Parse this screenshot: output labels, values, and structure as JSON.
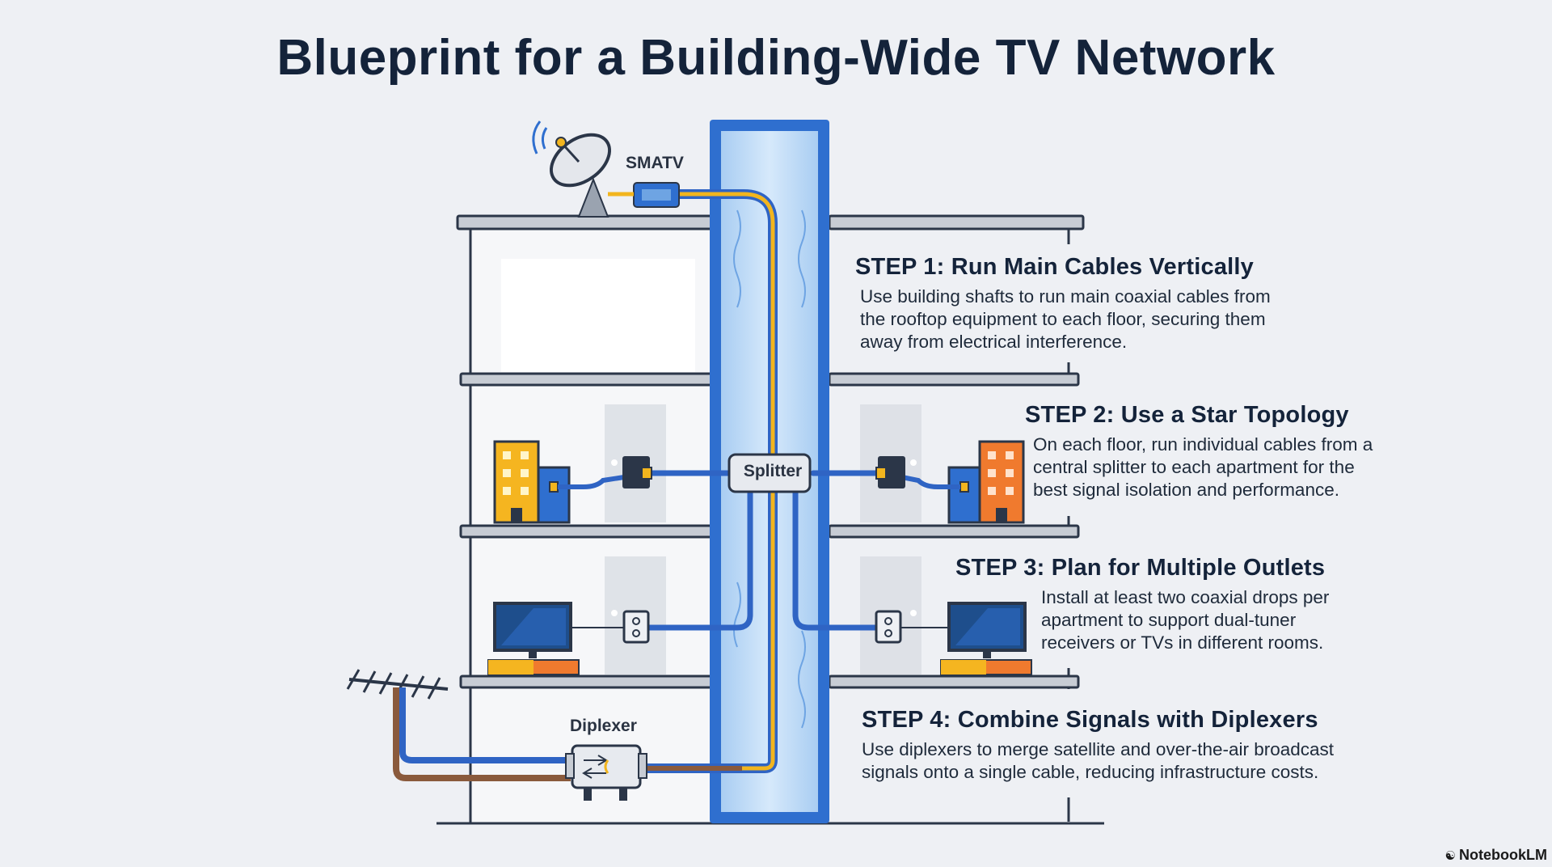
{
  "title": "Blueprint for a Building-Wide TV Network",
  "labels": {
    "smatv": "SMATV",
    "splitter": "Splitter",
    "diplexer": "Diplexer"
  },
  "steps": [
    {
      "heading": "STEP 1: Run Main Cables Vertically",
      "body": "Use building shafts to run main coaxial cables from\nthe rooftop equipment to each floor, securing them\naway from electrical interference."
    },
    {
      "heading": "STEP 2: Use a Star Topology",
      "body": "On each floor, run individual cables from a\ncentral splitter to each apartment for the\nbest signal isolation and performance."
    },
    {
      "heading": "STEP 3: Plan for Multiple Outlets",
      "body": "Install at least two coaxial drops per\napartment to support dual-tuner\nreceivers or TVs in different rooms."
    },
    {
      "heading": "STEP 4: Combine Signals with Diplexers",
      "body": "Use diplexers to merge satellite and over-the-air broadcast\nsignals onto a single cable, reducing infrastructure costs."
    }
  ],
  "brand": "NotebookLM",
  "colors": {
    "background": "#eef0f4",
    "shaft": "#2f6fcf",
    "cable_blue": "#2f64c4",
    "cable_yellow": "#f2b51e",
    "cable_brown": "#8a5a3c",
    "text": "#14233a"
  }
}
